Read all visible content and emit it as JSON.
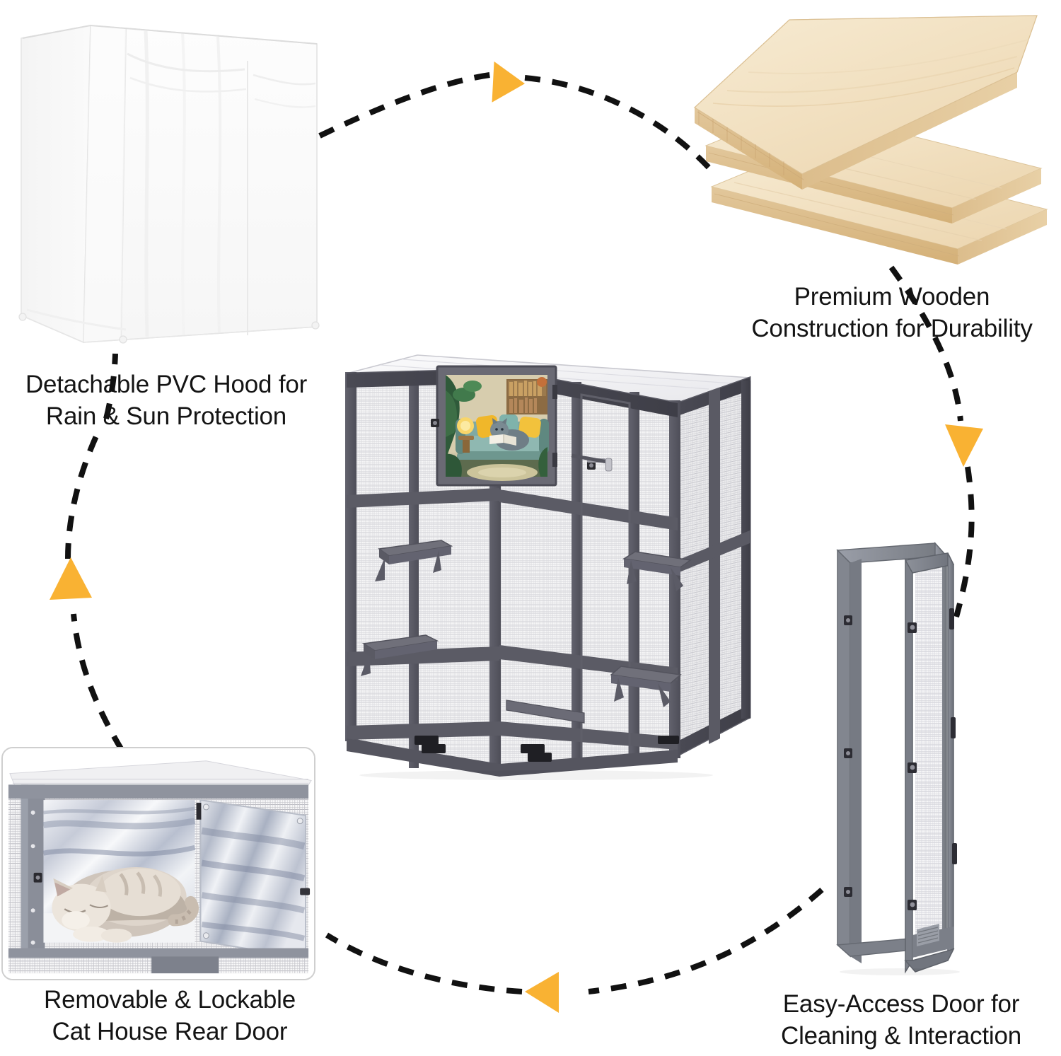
{
  "page": {
    "background_color": "#ffffff",
    "text_color": "#141414",
    "accent_arrow_color": "#F9B233",
    "dash_color": "#111111",
    "frame_gray": "#595963",
    "mesh_white": "#f2f2f2",
    "wood_light": "#f2e2c4"
  },
  "features": [
    {
      "id": "pvc-hood",
      "caption": "Detachable PVC Hood for\nRain & Sun Protection",
      "image_name": "transparent-pvc-cover-illustration",
      "position": "top-left"
    },
    {
      "id": "wooden-construction",
      "caption": "Premium Wooden\nConstruction for Durability",
      "image_name": "stacked-pine-planks-illustration",
      "position": "top-right"
    },
    {
      "id": "rear-door",
      "caption": "Removable & Lockable\nCat House Rear Door",
      "image_name": "cat-sleeping-in-house-photo",
      "position": "bottom-left"
    },
    {
      "id": "access-door",
      "caption": "Easy-Access Door for\nCleaning & Interaction",
      "image_name": "open-mesh-door-illustration",
      "position": "bottom-right"
    }
  ],
  "center_product": {
    "name": "wooden-catio-cat-enclosure",
    "frame_color": "#595963",
    "window_scene": "illustrated-gray-cat-reading-book-on-teal-couch"
  },
  "flow_arrows": [
    {
      "name": "arrow-to-wooden-construction",
      "direction": "right",
      "color": "#F9B233"
    },
    {
      "name": "arrow-to-access-door",
      "direction": "down",
      "color": "#F9B233"
    },
    {
      "name": "arrow-to-rear-door",
      "direction": "left",
      "color": "#F9B233"
    },
    {
      "name": "arrow-to-pvc-hood",
      "direction": "up",
      "color": "#F9B233"
    }
  ]
}
